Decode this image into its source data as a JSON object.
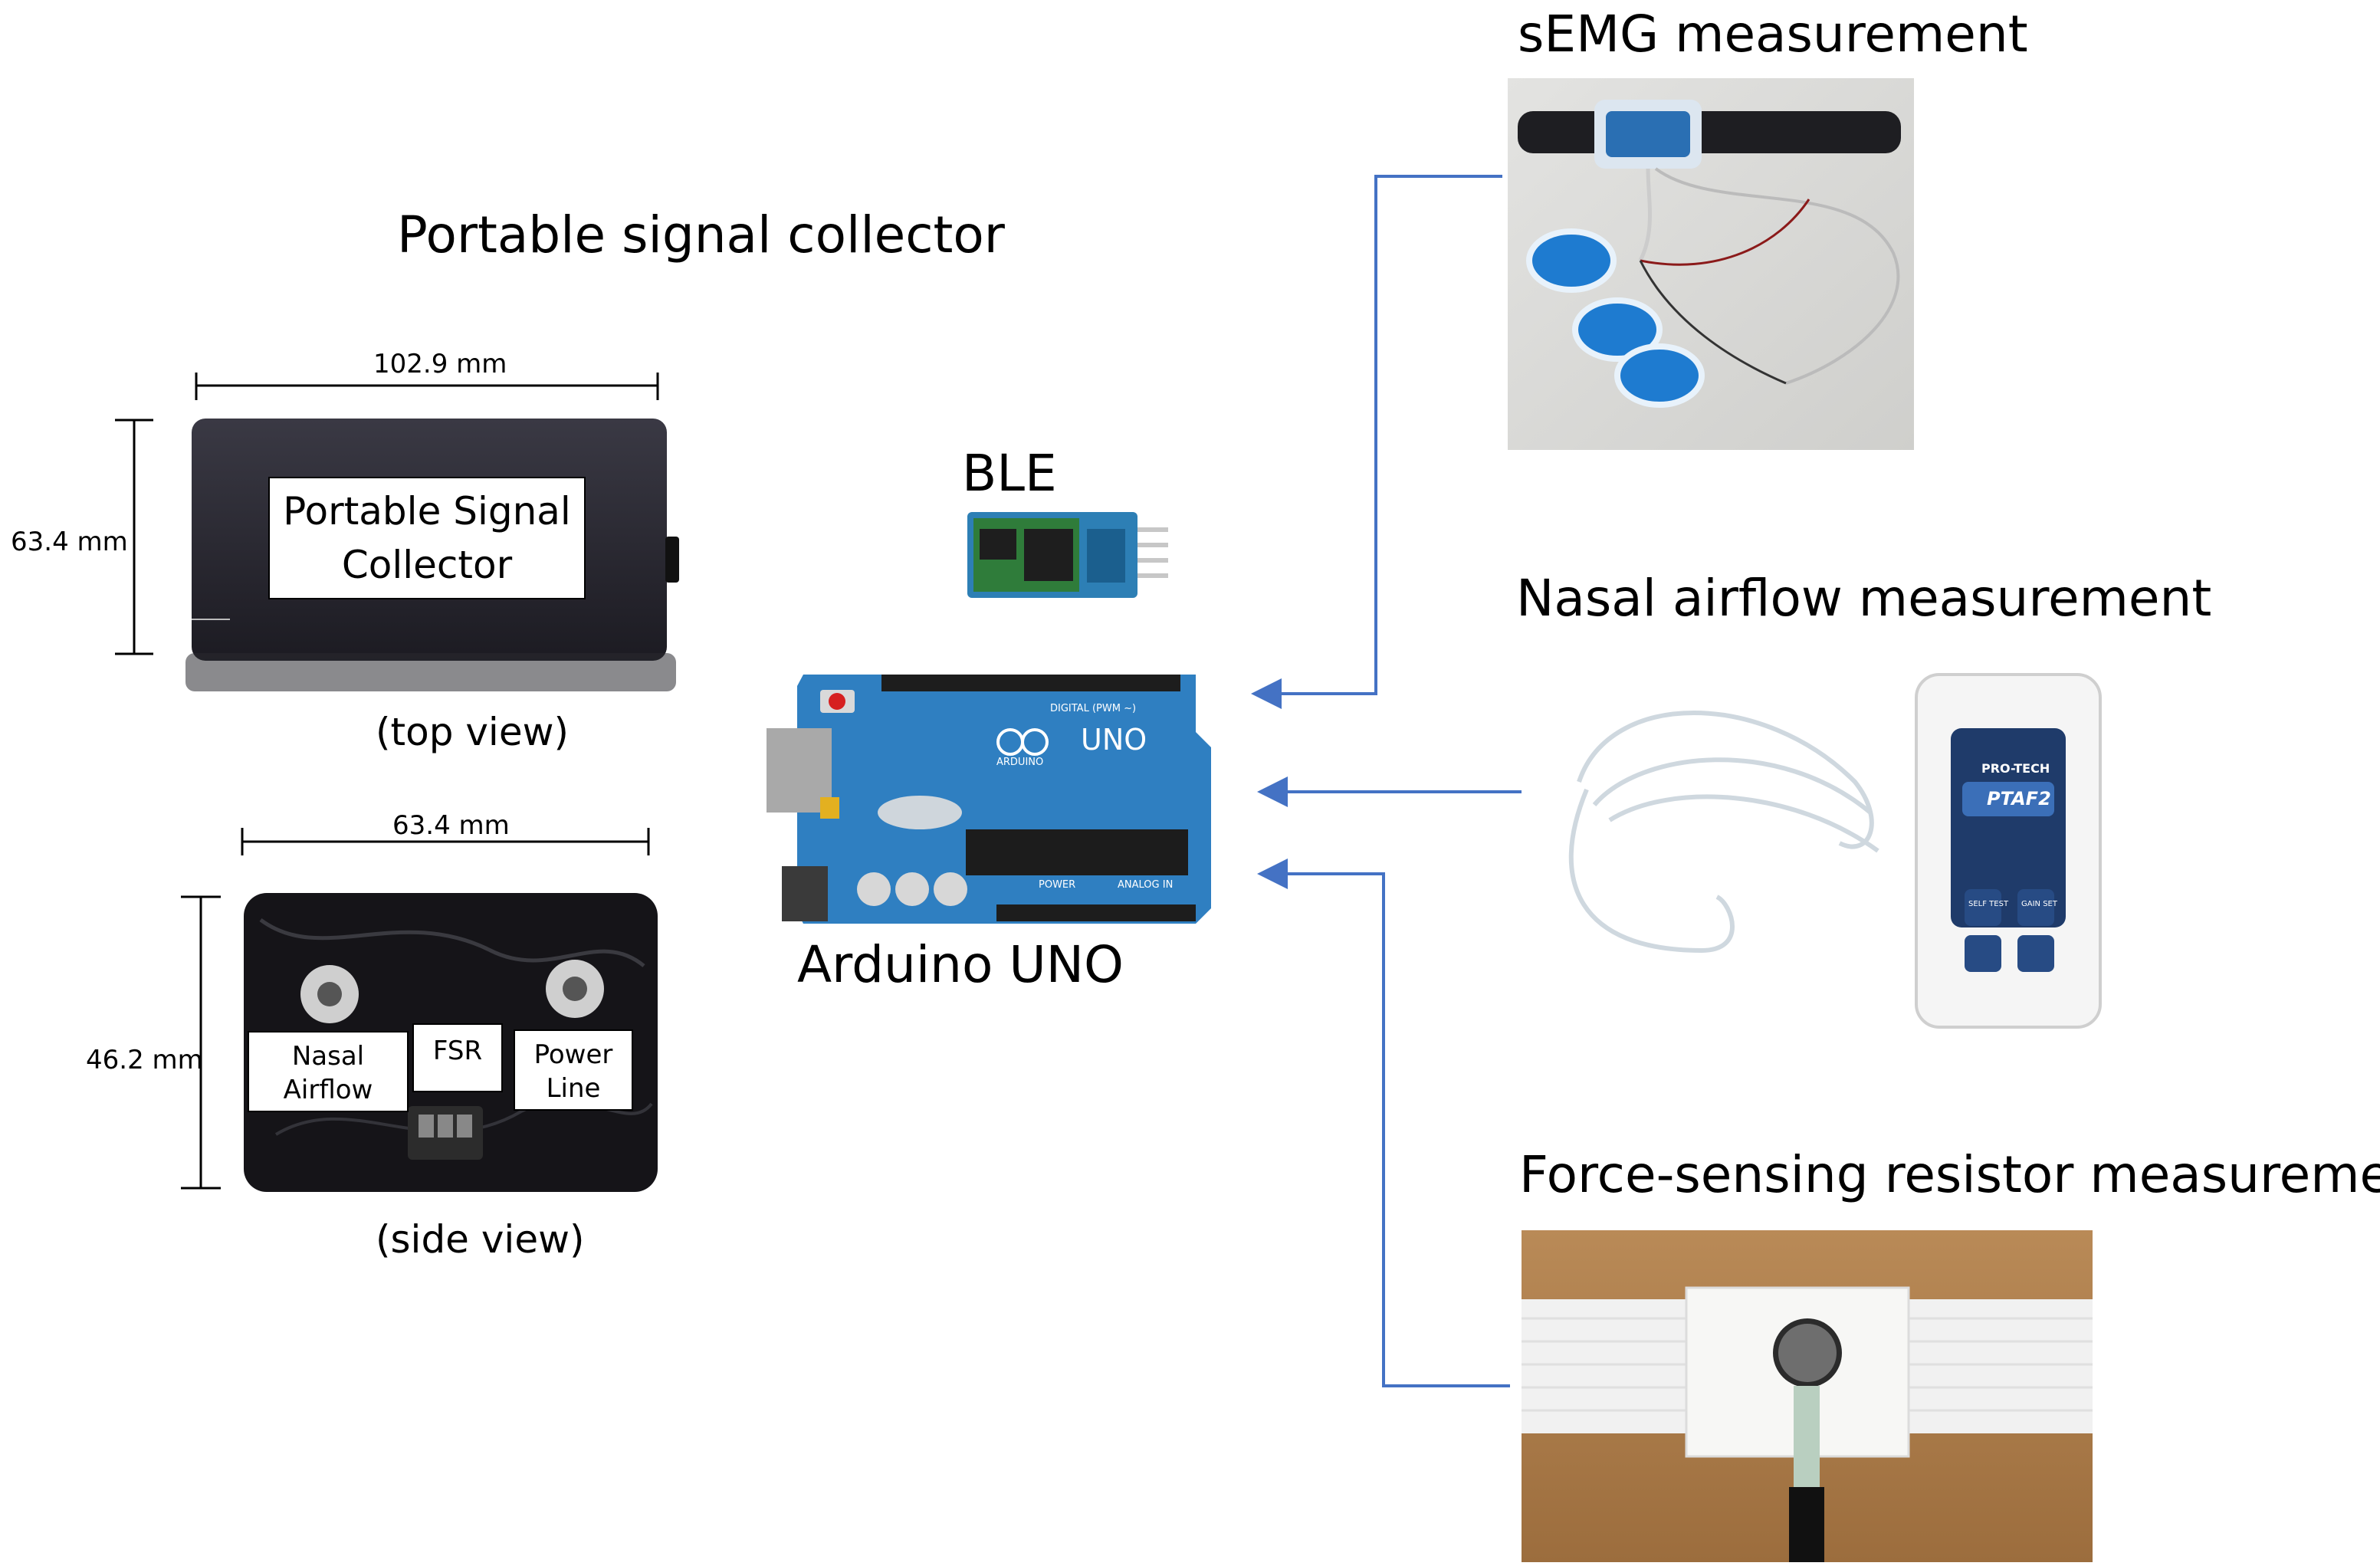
{
  "collector": {
    "heading": "Portable signal collector",
    "top_view": {
      "width_label": "102.9 mm",
      "height_label": "63.4 mm",
      "box_label_line1": "Portable Signal",
      "box_label_line2": "Collector",
      "caption": "(top view)"
    },
    "side_view": {
      "width_label": "63.4 mm",
      "height_label": "46.2 mm",
      "port_nasal_line1": "Nasal",
      "port_nasal_line2": "Airflow",
      "port_fsr": "FSR",
      "port_power_line1": "Power",
      "port_power_line2": "Line",
      "caption": "(side view)"
    }
  },
  "ble": {
    "label": "BLE"
  },
  "arduino": {
    "label": "Arduino UNO",
    "board_text": "UNO",
    "digital_text": "DIGITAL (PWM ~)",
    "power_text": "POWER",
    "analog_text": "ANALOG IN",
    "brand_text": "ARDUINO"
  },
  "sensors": {
    "semg": {
      "label": "sEMG measurement"
    },
    "nasal": {
      "label": "Nasal airflow measurement",
      "device_brand": "PRO-TECH",
      "device_model": "PTAF2",
      "btn_self_test": "SELF TEST",
      "btn_gain_set": "GAIN SET"
    },
    "fsr": {
      "label": "Force-sensing resistor measurement"
    }
  },
  "colors": {
    "connector": "#4472C4",
    "arduino_board": "#2f7fc1",
    "device_case": "#2b2a33"
  },
  "icons": [
    "arrow-left-icon"
  ]
}
